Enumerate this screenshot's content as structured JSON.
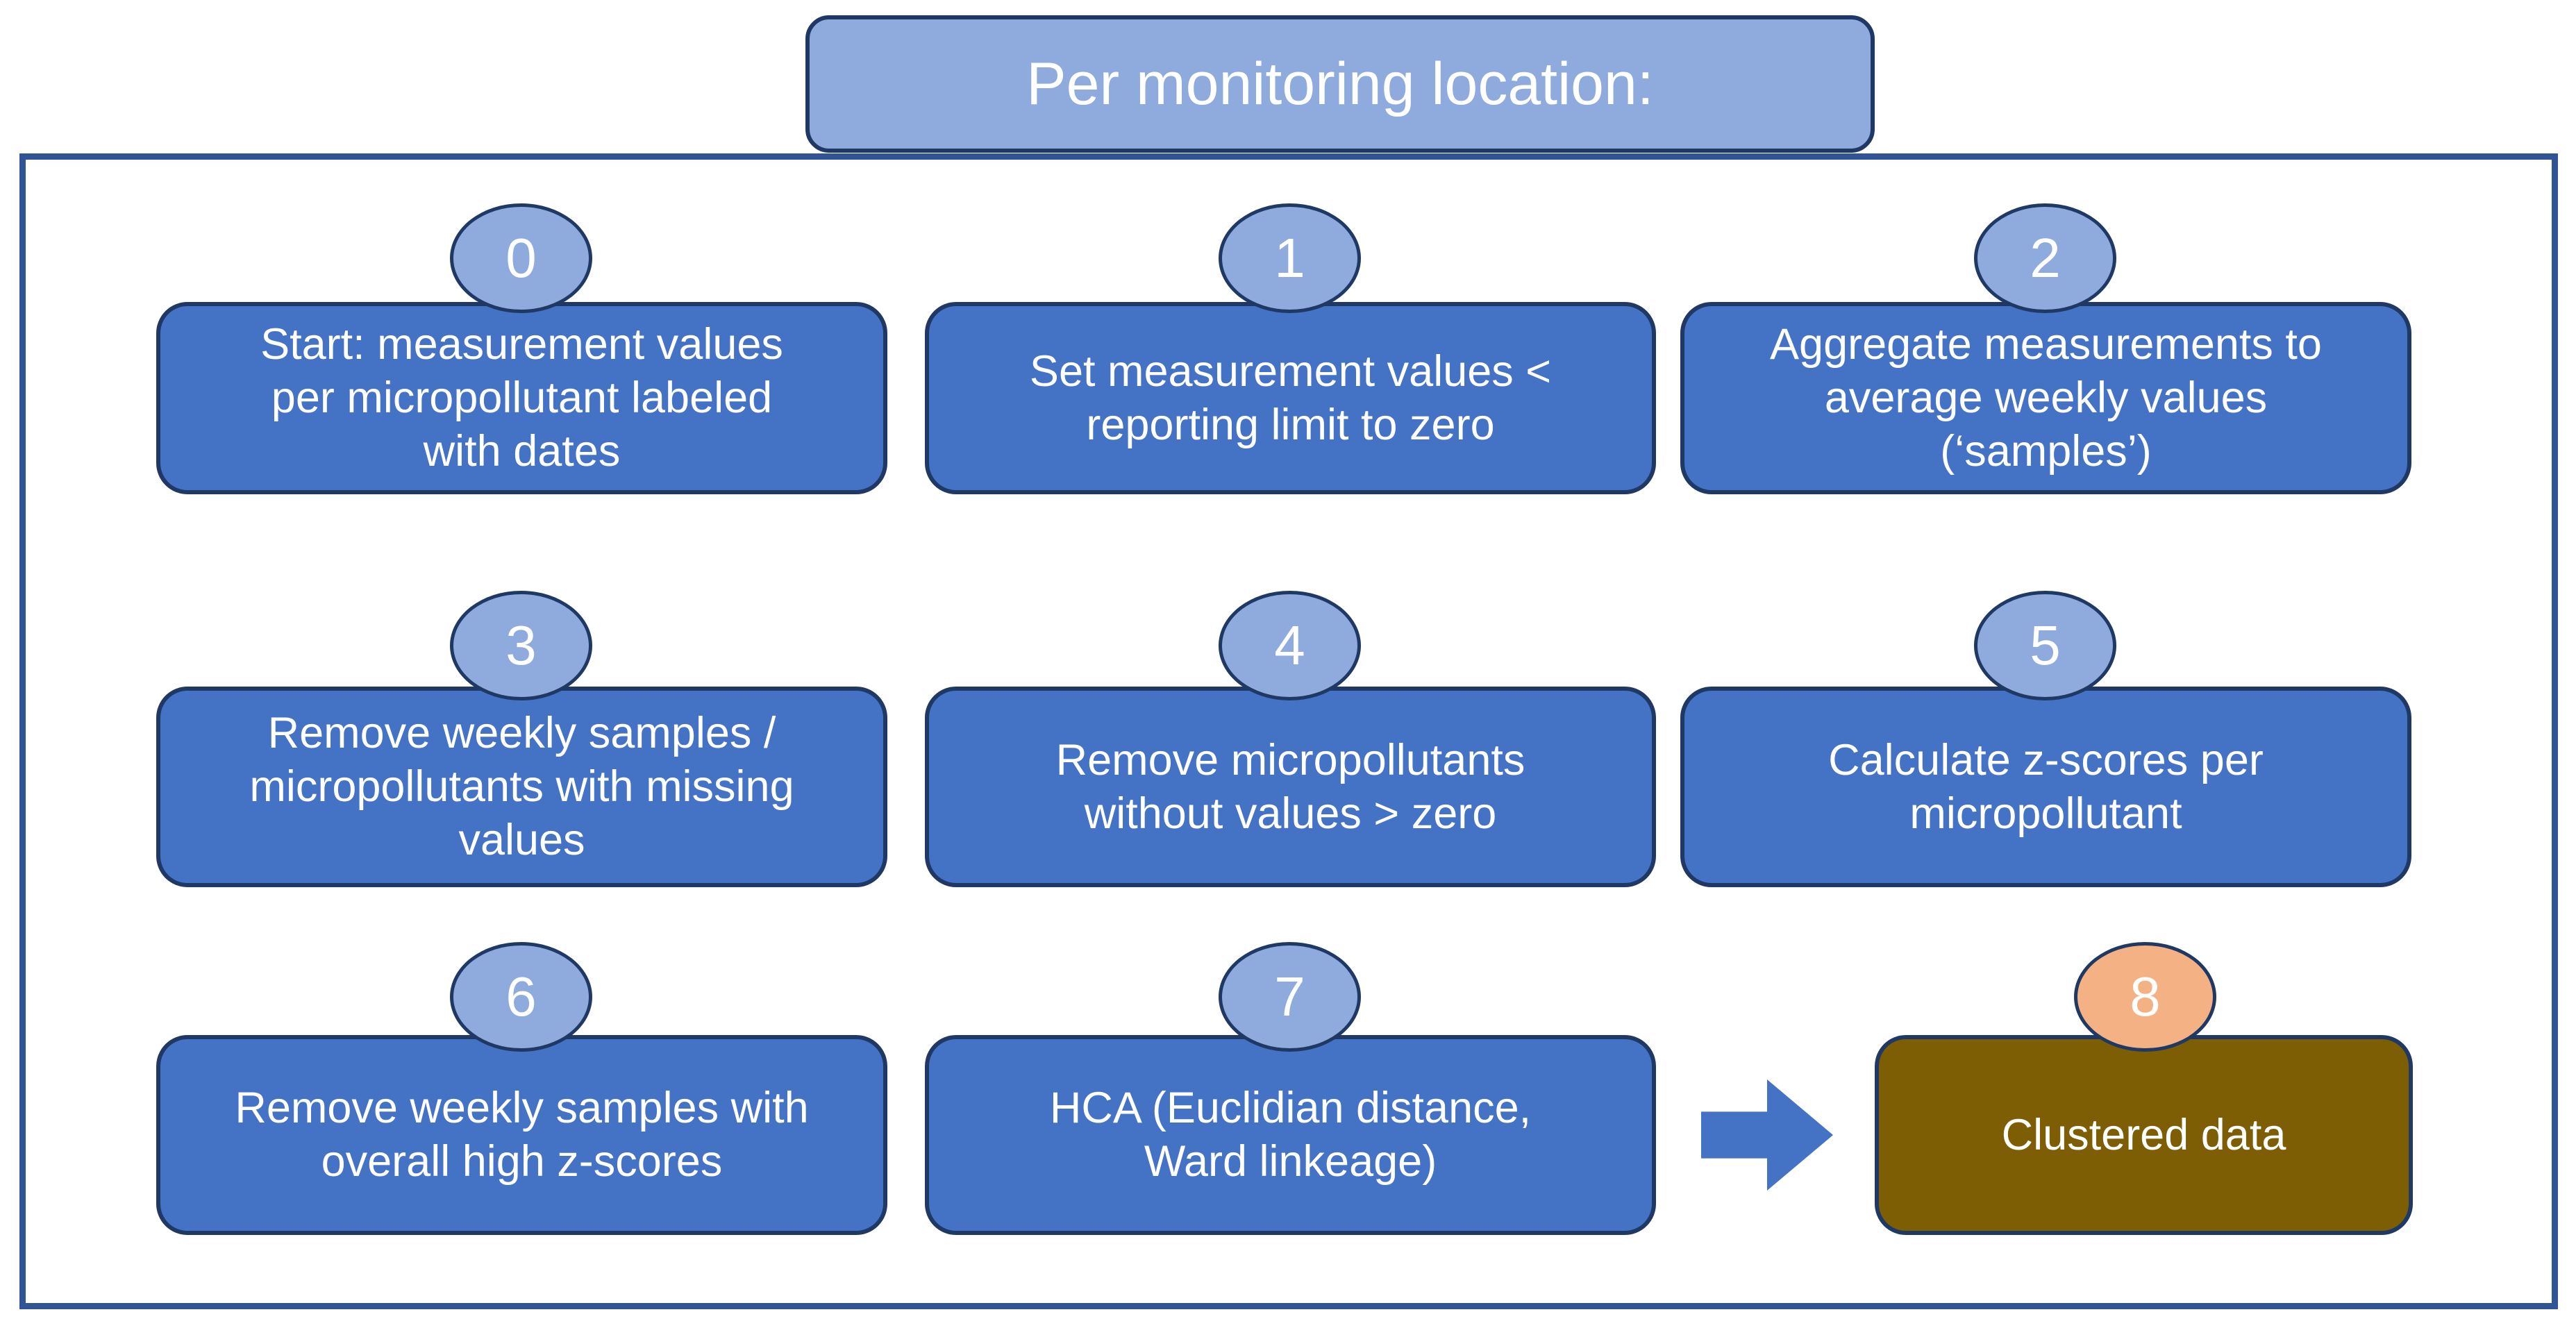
{
  "title": {
    "label": "Per monitoring location:"
  },
  "steps": [
    {
      "number": "0",
      "text": "Start: measurement values\nper micropollutant labeled\nwith dates"
    },
    {
      "number": "1",
      "text": "Set measurement values <\nreporting limit to zero"
    },
    {
      "number": "2",
      "text": "Aggregate measurements to\naverage weekly values\n(‘samples’)"
    },
    {
      "number": "3",
      "text": "Remove weekly samples /\nmicropollutants with missing\nvalues"
    },
    {
      "number": "4",
      "text": "Remove micropollutants\nwithout values > zero"
    },
    {
      "number": "5",
      "text": "Calculate z-scores per\nmicropollutant"
    },
    {
      "number": "6",
      "text": "Remove weekly samples with\noverall high z-scores"
    },
    {
      "number": "7",
      "text": "HCA (Euclidian distance,\nWard linkeage)"
    },
    {
      "number": "8",
      "text": "Clustered data"
    }
  ],
  "arrow": {
    "name": "right-arrow",
    "direction": "right"
  },
  "colors": {
    "step_box_fill": "#4472C4",
    "shape_border": "#1F3864",
    "frame_border": "#2F5597",
    "badge_fill": "#8FAADC",
    "title_fill": "#8FAADC",
    "final_badge_fill": "#F4B183",
    "final_box_fill": "#7D5E05",
    "arrow_fill": "#4472C4",
    "text": "#FFFFFF"
  }
}
